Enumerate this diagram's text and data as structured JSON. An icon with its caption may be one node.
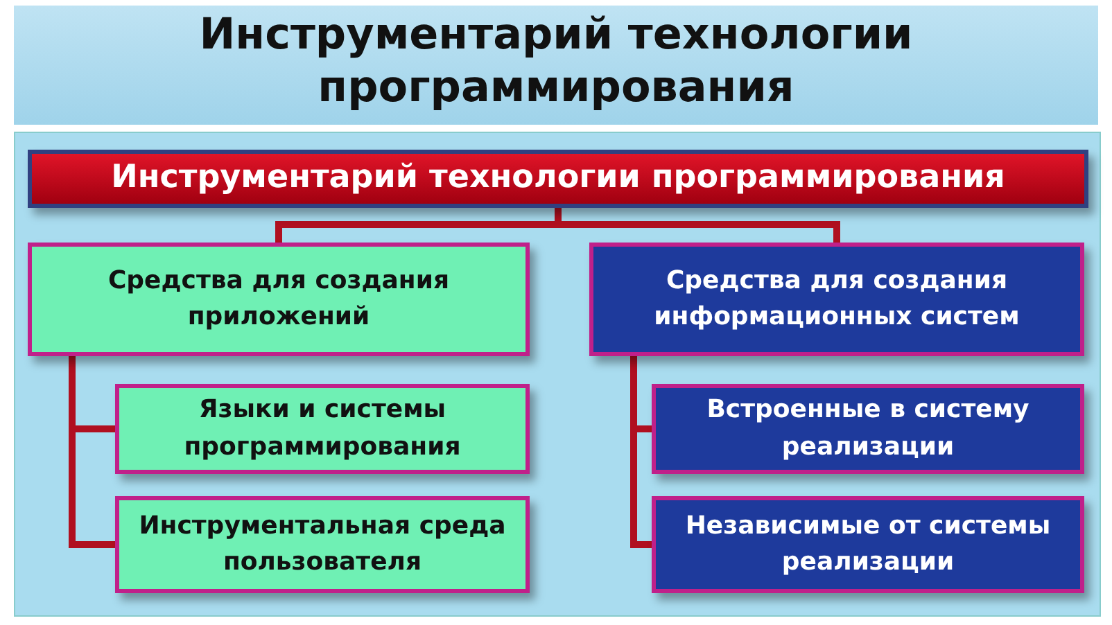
{
  "diagram": {
    "title": "Инструментарий технологии программирования",
    "nodes": [
      {
        "text": [
          "Инструментарий технологии программирования"
        ]
      },
      {
        "text": [
          "Средства для создания приложений"
        ]
      },
      {
        "text": [
          "Средства для создания информационных систем"
        ]
      },
      {
        "text": [
          "Языки и системы программирования"
        ]
      },
      {
        "text": [
          "Инструментальная среда пользователя"
        ]
      },
      {
        "text": [
          "Встроенные в систему реализации"
        ]
      },
      {
        "text": [
          "Независимые от системы реализации"
        ]
      }
    ],
    "edges": [
      {
        "from": 0,
        "to": 1,
        "arrow": "none"
      },
      {
        "from": 0,
        "to": 2,
        "arrow": "none"
      },
      {
        "from": 1,
        "to": 3,
        "arrow": "none"
      },
      {
        "from": 1,
        "to": 4,
        "arrow": "none"
      },
      {
        "from": 2,
        "to": 5,
        "arrow": "none"
      },
      {
        "from": 2,
        "to": 6,
        "arrow": "none"
      }
    ]
  }
}
